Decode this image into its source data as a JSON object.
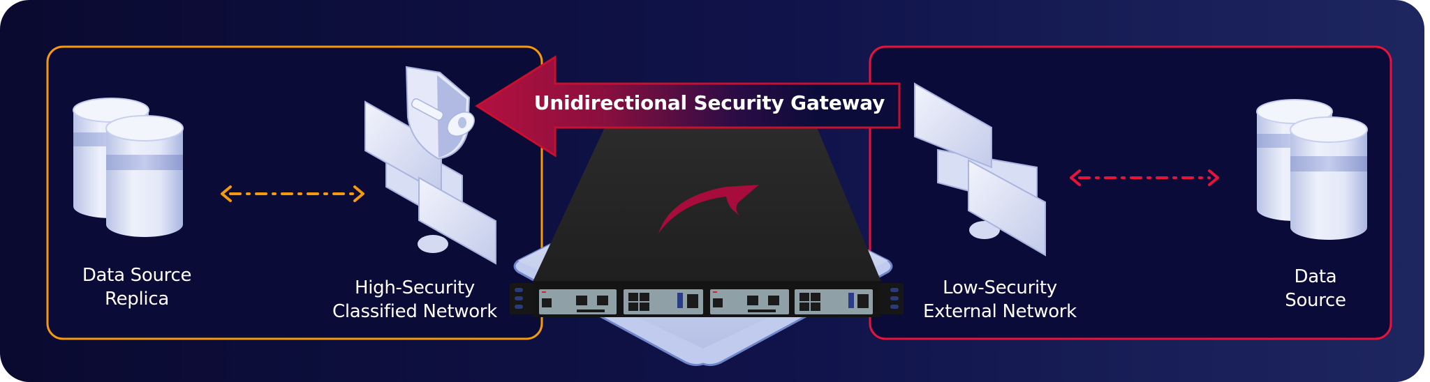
{
  "diagram": {
    "title": "Unidirectional Security Gateway",
    "gateway": {
      "label": "Unidirectional Security Gateway",
      "direction": "right-to-left",
      "arrow_color_start": "#a30f3f",
      "arrow_color_end": "#0c0c3a",
      "border_color": "#c8102e",
      "device_logo_color": "#a80c3c"
    },
    "zones": [
      {
        "id": "high-security",
        "border_color": "#f59a0c",
        "nodes": [
          {
            "id": "replica",
            "label_lines": [
              "Data Source",
              "Replica"
            ],
            "icon": "database-icon"
          },
          {
            "id": "classified-network",
            "label_lines": [
              "High-Security",
              "Classified Network"
            ],
            "icon": "secure-monitors-icon"
          }
        ],
        "link_color": "#f59a0c"
      },
      {
        "id": "low-security",
        "border_color": "#e8133a",
        "nodes": [
          {
            "id": "external-network",
            "label_lines": [
              "Low-Security",
              "External Network"
            ],
            "icon": "monitors-icon"
          },
          {
            "id": "data-source",
            "label_lines": [
              "Data",
              "Source"
            ],
            "icon": "database-icon"
          }
        ],
        "link_color": "#e8133a"
      }
    ],
    "colors": {
      "background_left": "#0a0a30",
      "background_right": "#1e2660",
      "zone_fill": "#0b0b38"
    }
  }
}
